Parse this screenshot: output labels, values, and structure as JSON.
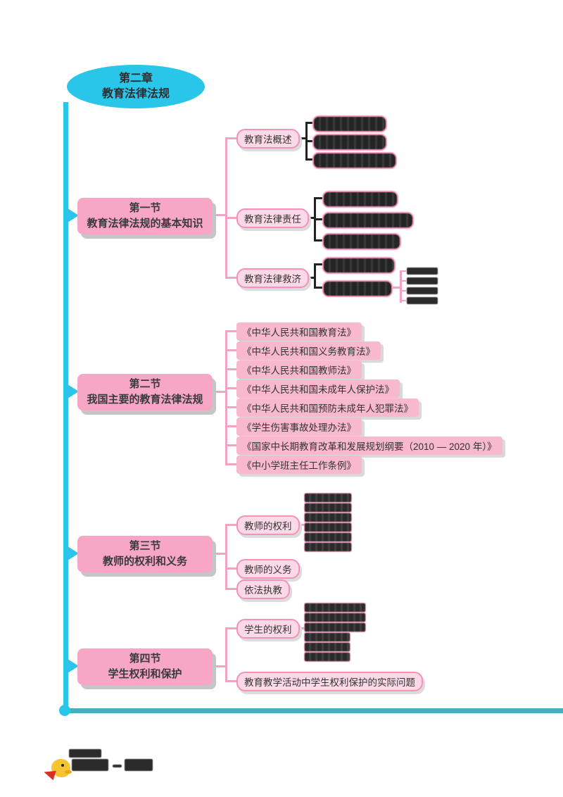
{
  "root": {
    "line1": "第二章",
    "line2": "教育法律法规"
  },
  "sections": [
    {
      "title_line1": "第一节",
      "title_line2": "教育法律法规的基本知识",
      "children": [
        {
          "label": "教育法概述",
          "redacted_subitems": 3
        },
        {
          "label": "教育法律责任",
          "redacted_subitems": 3
        },
        {
          "label": "教育法律救济",
          "redacted_subitems": 2,
          "redacted_subsubitems": 4
        }
      ]
    },
    {
      "title_line1": "第二节",
      "title_line2": "我国主要的教育法律法规",
      "laws": [
        "《中华人民共和国教育法》",
        "《中华人民共和国义务教育法》",
        "《中华人民共和国教师法》",
        "《中华人民共和国未成年人保护法》",
        "《中华人民共和国预防未成年人犯罪法》",
        "《学生伤害事故处理办法》",
        "《国家中长期教育改革和发展规划纲要（2010 — 2020 年）》",
        "《中小学班主任工作条例》"
      ]
    },
    {
      "title_line1": "第三节",
      "title_line2": "教师的权利和义务",
      "children": [
        {
          "label": "教师的权利",
          "redacted_subitems": 6
        },
        {
          "label": "教师的义务"
        },
        {
          "label": "依法执教"
        }
      ]
    },
    {
      "title_line1": "第四节",
      "title_line2": "学生权利和保护",
      "children": [
        {
          "label": "学生的权利",
          "redacted_subitems": 6
        },
        {
          "label": "教育教学活动中学生权利保护的实际问题"
        }
      ]
    }
  ],
  "colors": {
    "root_fill": "#29C6E9",
    "spine": "#29C6E9",
    "section_fill": "#F7A6C6",
    "node_fill": "#FCD9E6",
    "node_border": "#F591BA",
    "law_fill": "#F8B9CE",
    "connector_pink": "#F2A3C4",
    "connector_dark": "#222222",
    "bottom_rule": "#4BACC1",
    "redacted_fill": "#2B2B2B"
  },
  "footer": {
    "mascot": "chick-mascot",
    "brand_text_redacted": true
  }
}
